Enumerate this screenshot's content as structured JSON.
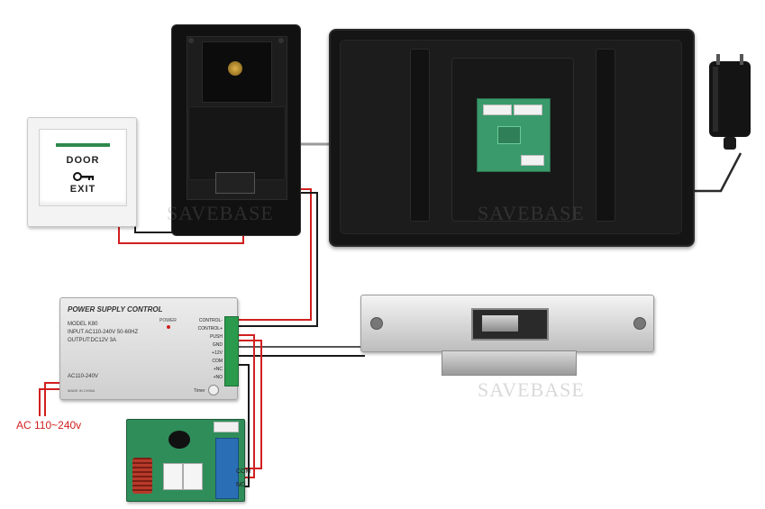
{
  "exit_button": {
    "line1": "DOOR",
    "line2": "EXIT"
  },
  "power_supply": {
    "title": "POWER SUPPLY CONTROL",
    "model": "MODEL K80",
    "input": "INPUT AC110-240V   50-60HZ",
    "output": "OUTPUT:DC12V   3A",
    "ac_label": "AC110-240V",
    "made_in": "MADE IN CHINA",
    "power_led": "POWER",
    "timer": "Timer",
    "terminals": [
      "CONTROL-",
      "CONTROL+",
      "PUSH",
      "GND",
      "+12V",
      "COM",
      "+NC",
      "+NO"
    ]
  },
  "relay_board": {
    "com_label": "COM",
    "no_label": "NO"
  },
  "ac_input_label": "AC 110~240v",
  "watermark": "SAVEBASE",
  "colors": {
    "wire_red": "#d11f1f",
    "wire_black": "#1a1a1a",
    "wire_gray": "#8a8a8a",
    "label_red": "#d11f1f"
  }
}
